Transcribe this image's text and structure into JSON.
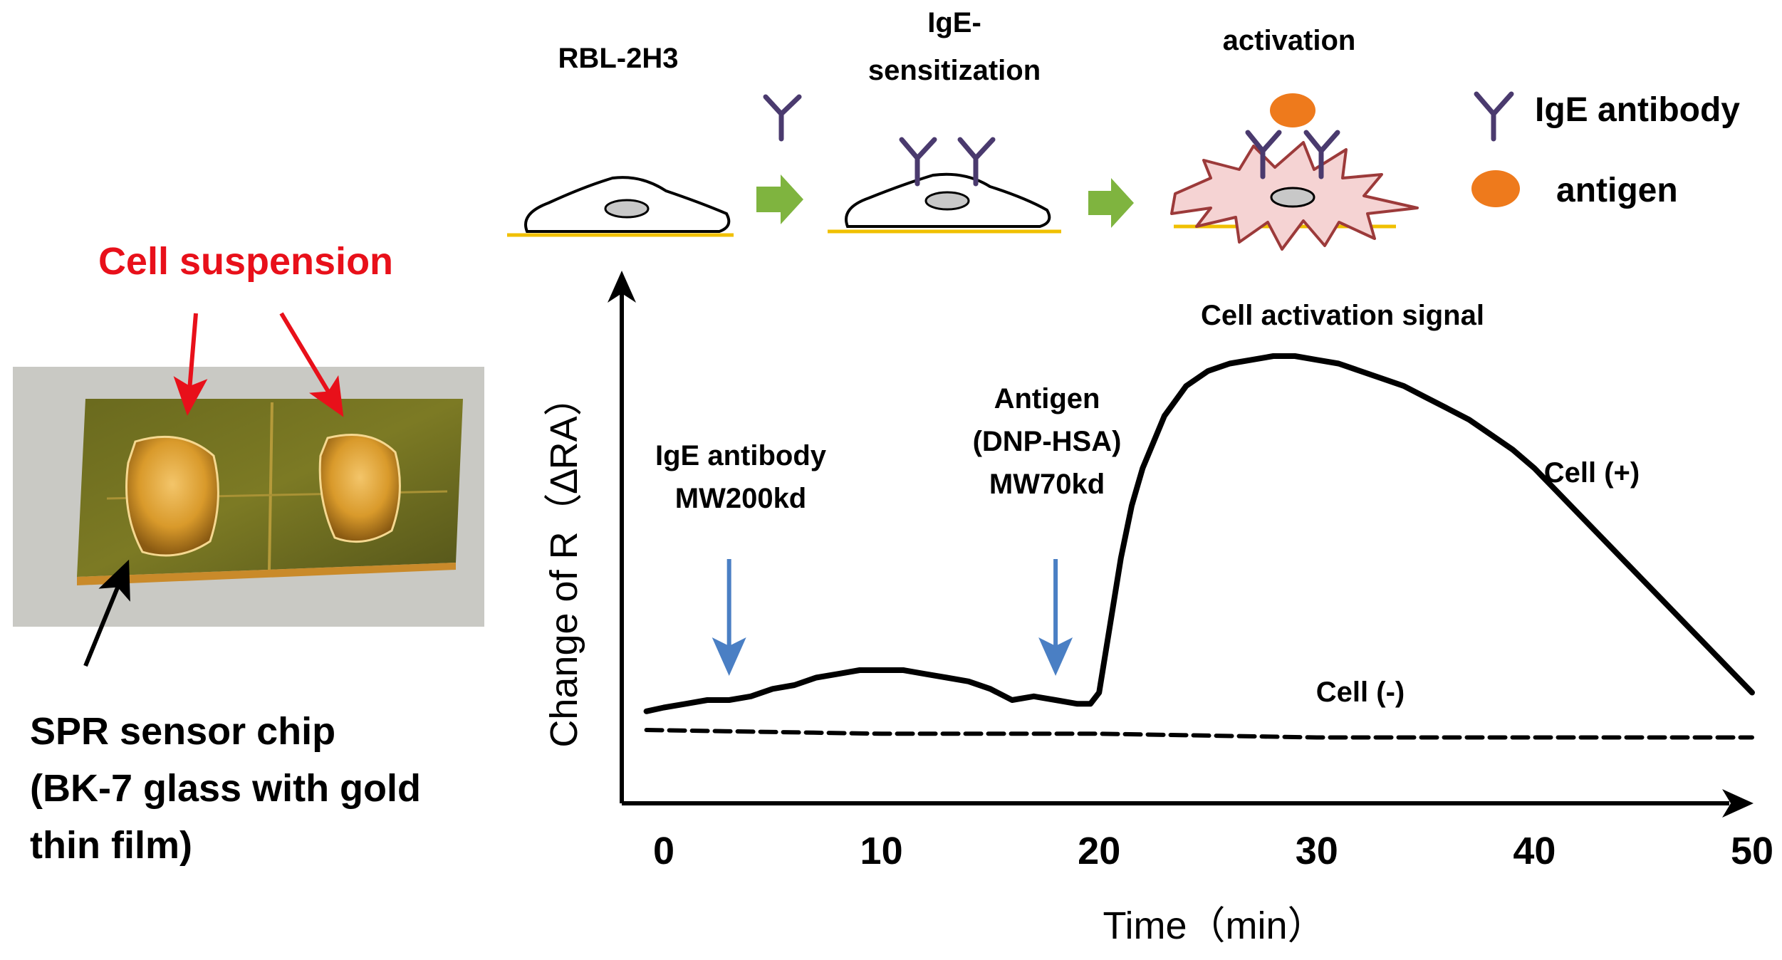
{
  "photo": {
    "cell_suspension_label": "Cell suspension",
    "chip_label_lines": [
      "SPR sensor chip",
      "(BK-7 glass with gold",
      "thin film)"
    ]
  },
  "schematic": {
    "stage1_label": "RBL-2H3",
    "stage2_label_lines": [
      "IgE-",
      "sensitization"
    ],
    "stage3_label": "activation",
    "legend_antibody": "IgE antibody",
    "legend_antigen": "antigen"
  },
  "chart_data": {
    "type": "line",
    "xlabel": "Time（min）",
    "ylabel": "Change of R（∆RA）",
    "xlim": [
      -1,
      51
    ],
    "x_ticks": [
      "0",
      "10",
      "20",
      "30",
      "40",
      "50"
    ],
    "y_ticks": [],
    "grid": false,
    "annotations": {
      "ige": [
        "IgE antibody",
        "MW200kd"
      ],
      "antigen": [
        "Antigen",
        "(DNP-HSA)",
        "MW70kd"
      ],
      "peak": "Cell activation signal"
    },
    "arrows_at_x": [
      3,
      18
    ],
    "series": [
      {
        "name": "Cell (+)",
        "style": "solid",
        "x": [
          -0.8,
          0,
          1,
          2,
          3,
          4,
          5,
          6,
          7,
          8,
          9,
          10,
          11,
          12,
          13,
          14,
          15,
          16,
          17,
          18,
          19,
          19.6,
          20,
          20.5,
          21,
          21.5,
          22,
          22.5,
          23,
          24,
          25,
          26,
          27,
          28,
          29,
          30,
          31,
          32,
          33,
          34,
          35,
          36,
          37,
          38,
          39,
          40,
          41,
          42,
          43,
          44,
          45,
          46,
          47,
          48,
          49,
          50
        ],
        "y": [
          0.05,
          0.06,
          0.07,
          0.08,
          0.08,
          0.09,
          0.11,
          0.12,
          0.14,
          0.15,
          0.16,
          0.16,
          0.16,
          0.15,
          0.14,
          0.13,
          0.11,
          0.08,
          0.09,
          0.08,
          0.07,
          0.07,
          0.1,
          0.28,
          0.46,
          0.6,
          0.7,
          0.77,
          0.84,
          0.92,
          0.96,
          0.98,
          0.99,
          1.0,
          1.0,
          0.99,
          0.98,
          0.96,
          0.94,
          0.92,
          0.89,
          0.86,
          0.83,
          0.79,
          0.75,
          0.7,
          0.64,
          0.58,
          0.52,
          0.46,
          0.4,
          0.34,
          0.28,
          0.22,
          0.16,
          0.1
        ]
      },
      {
        "name": "Cell (-)",
        "style": "dashed",
        "x": [
          -0.8,
          10,
          20,
          30,
          40,
          50
        ],
        "y": [
          0.0,
          -0.01,
          -0.01,
          -0.02,
          -0.02,
          -0.02
        ]
      }
    ]
  }
}
